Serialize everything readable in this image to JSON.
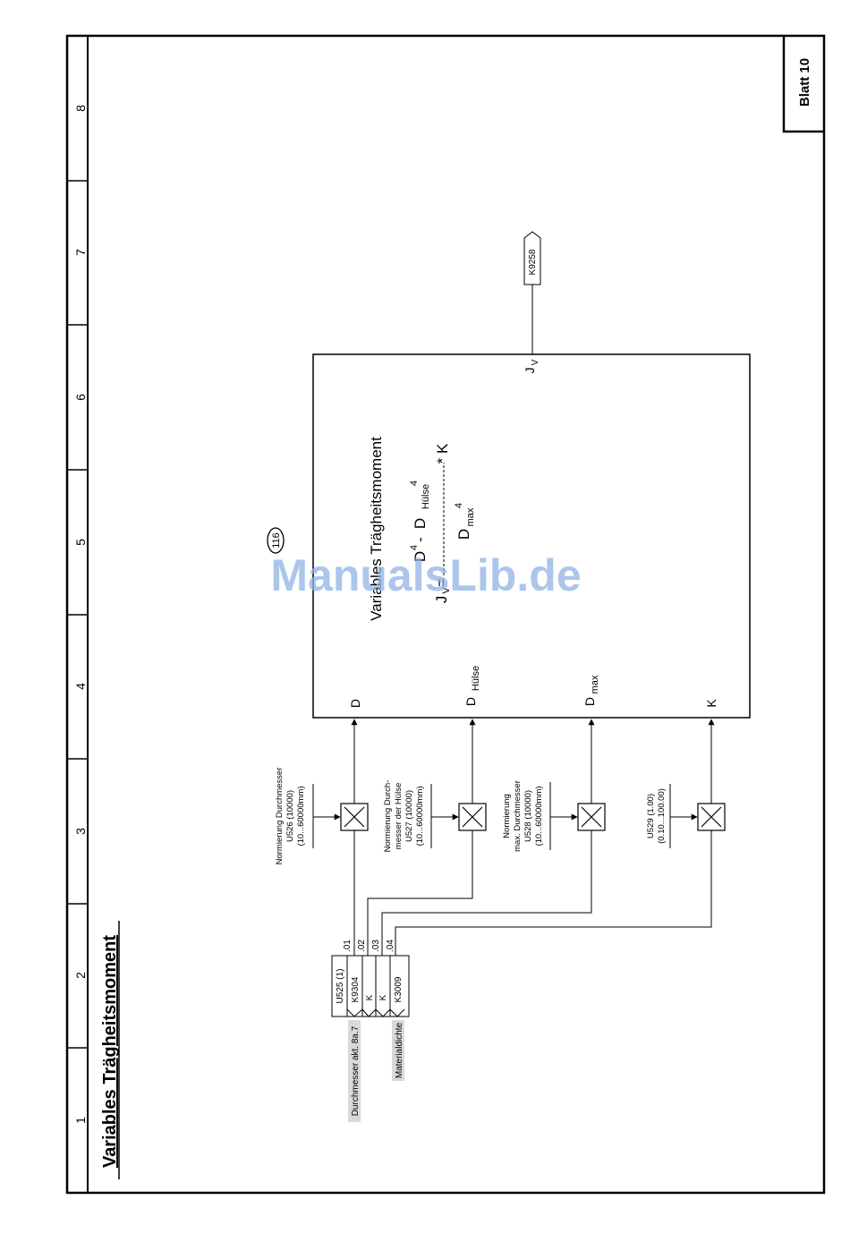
{
  "sheet": {
    "title": "Variables Trägheitsmoment",
    "label": "Blatt 10",
    "columns": [
      "1",
      "2",
      "3",
      "4",
      "5",
      "6",
      "7",
      "8"
    ]
  },
  "block": {
    "number": "116",
    "title": "Variables Trägheitsmoment",
    "inputs": {
      "d": "D",
      "d_huelse": "D",
      "d_huelse_sub": "Hülse",
      "d_max": "D",
      "d_max_sub": "max",
      "k": "K"
    },
    "output": {
      "label": "J",
      "sub": "V"
    },
    "formula": {
      "lhs": "J",
      "lhs_sub": "V",
      "eq": "=",
      "num_d": "D",
      "num_exp": "4",
      "minus": "-",
      "num_d2": "D",
      "num_d2_sub": "Hülse",
      "num_d2_exp": "4",
      "times_k": "* K",
      "den_d": "D",
      "den_sub": "max",
      "den_exp": "4"
    }
  },
  "output_connector": "K9258",
  "selector": {
    "param": "U525 (1)",
    "indices": [
      ".01",
      ".02",
      ".03",
      ".04"
    ],
    "inputs": [
      "K9304",
      "K",
      "K",
      "K3009"
    ],
    "labels": {
      "diameter": "Durchmesser akt. 8a.7",
      "density": "Materialdichte"
    }
  },
  "multipliers": [
    {
      "lines": [
        "Normierung Durchmesser",
        "U526 (10000)",
        "(10...60000mm)"
      ]
    },
    {
      "lines": [
        "Normierung Durch-",
        "messer der Hülse",
        "U527 (10000)",
        "(10...60000mm)"
      ]
    },
    {
      "lines": [
        "Normierung",
        "max. Durchmesser",
        "U528 (10000)",
        "(10...60000mm)"
      ]
    },
    {
      "lines": [
        "U529 (1.00)",
        "(0.10...100.00)"
      ]
    }
  ],
  "watermark": "ManualsLib.de"
}
